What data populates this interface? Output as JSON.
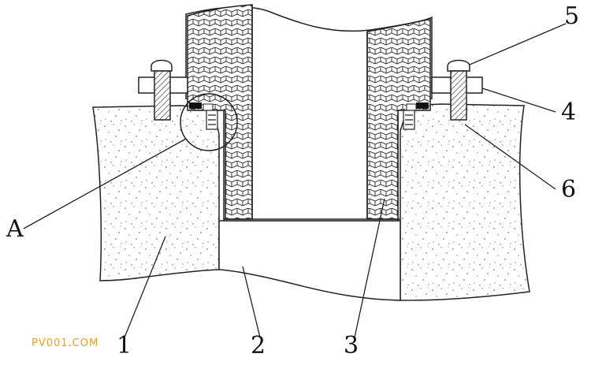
{
  "labels": {
    "l1": "1",
    "l2": "2",
    "l3": "3",
    "l4": "4",
    "l5": "5",
    "l6": "6",
    "lA": "A"
  },
  "watermark": "PV001.COM",
  "colors": {
    "line": "#222222",
    "speckle": "#555555",
    "background": "#ffffff",
    "watermark": "#f0a020"
  }
}
